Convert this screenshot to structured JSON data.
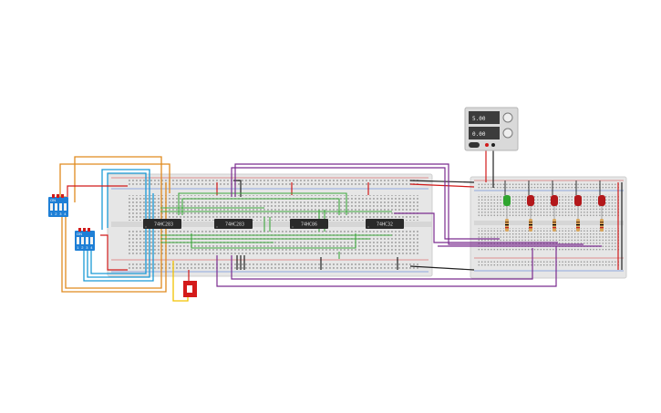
{
  "circuit": {
    "chips": [
      {
        "label": "74HC283"
      },
      {
        "label": "74HC283"
      },
      {
        "label": "74HC86"
      },
      {
        "label": "74HC32"
      }
    ],
    "dip_switches": [
      {
        "label": "ON",
        "pins": [
          "1",
          "2",
          "3",
          "4"
        ]
      },
      {
        "label": "ON",
        "pins": [
          "1",
          "2",
          "3",
          "4"
        ]
      }
    ],
    "power_supply": {
      "voltage": "5.00",
      "current": "0.00"
    },
    "leds": [
      {
        "color": "#2fa52f"
      },
      {
        "color": "#b3181b"
      },
      {
        "color": "#b3181b"
      },
      {
        "color": "#b3181b"
      },
      {
        "color": "#b3181b"
      }
    ],
    "colors": {
      "breadboard": "#e6e6e6",
      "rail_red": "#d83a3a",
      "rail_blue": "#3a6ad8",
      "wire_orange": "#e08a1e",
      "wire_blue": "#1a9ad6",
      "wire_green": "#3fa83f",
      "wire_purple": "#7b2c8f",
      "wire_red": "#d11a1a",
      "wire_black": "#222222",
      "wire_yellow": "#f2c200",
      "dip_body": "#1e7fd6",
      "slide_switch": "#d41b1b"
    }
  }
}
